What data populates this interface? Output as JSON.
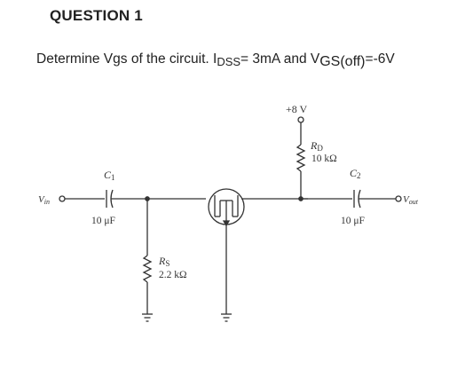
{
  "heading": "QUESTION 1",
  "question": {
    "lead": "Determine Vgs of the circuit. I",
    "idss_sub": "DSS",
    "mid": "= 3mA and V",
    "vgs_sub": "GS(off)",
    "tail": "=-6V"
  },
  "circuit": {
    "supply": "+8 V",
    "rd_name": "R",
    "rd_sub": "D",
    "rd_value": "10 kΩ",
    "c1_name": "C",
    "c1_sub": "1",
    "c1_value": "10 μF",
    "c2_name": "C",
    "c2_sub": "2",
    "c2_value": "10 μF",
    "rs_name": "R",
    "rs_sub": "S",
    "rs_value": "2.2 kΩ",
    "vin_name": "V",
    "vin_sub": "in",
    "vout_name": "V",
    "vout_sub": "out",
    "colors": {
      "wire": "#333333",
      "text": "#222222"
    }
  }
}
